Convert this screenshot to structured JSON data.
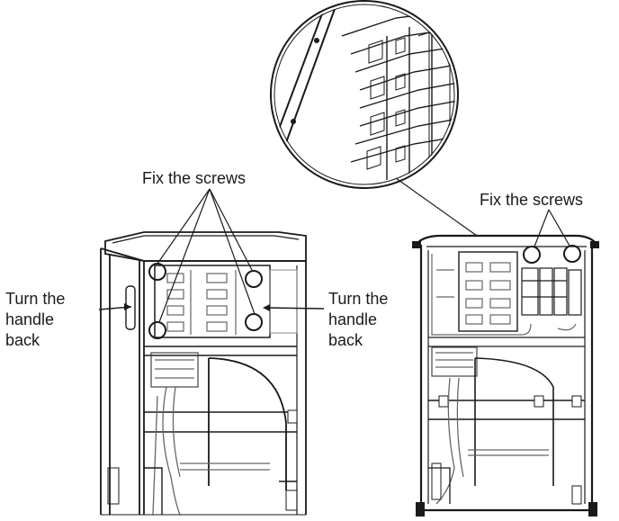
{
  "labels": {
    "fix_screws_left": "Fix the screws",
    "fix_screws_right": "Fix the screws",
    "turn_left": [
      "Turn the",
      "handle",
      "back"
    ],
    "turn_right": [
      "Turn the",
      "handle",
      "back"
    ]
  }
}
